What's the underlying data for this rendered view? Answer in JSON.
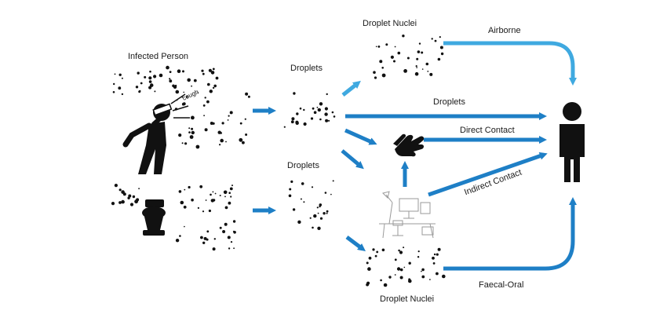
{
  "labels": {
    "infected_person": "Infected Person",
    "droplets_top": "Droplets",
    "droplets_bottom": "Droplets",
    "droplet_nuclei_top": "Droplet Nuclei",
    "droplet_nuclei_bottom": "Droplet Nuclei",
    "airborne": "Airborne",
    "droplets_route": "Droplets",
    "direct_contact": "Direct Contact",
    "indirect_contact": "Indirect Contact",
    "faecal_oral": "Faecal-Oral",
    "cough": "cough"
  },
  "colors": {
    "arrow": "#1e7fc6",
    "arrow_light": "#3fa9e0",
    "ink": "#111111",
    "furniture": "#9a9a9a"
  },
  "icons": {
    "person_coughing": "coughing-person-icon",
    "toilet": "toilet-icon",
    "hand": "hand-icon",
    "desk": "desk-workstation-icon",
    "recipient": "person-icon"
  }
}
